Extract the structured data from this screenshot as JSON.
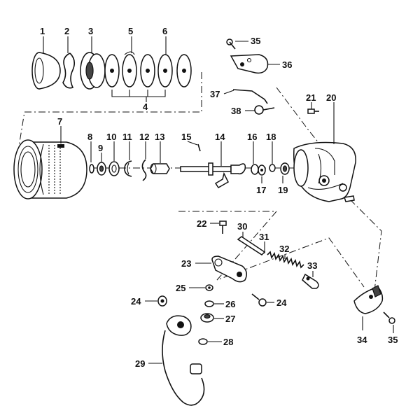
{
  "diagram": {
    "callouts": [
      "1",
      "2",
      "3",
      "5",
      "6",
      "4",
      "7",
      "8",
      "9",
      "10",
      "11",
      "12",
      "13",
      "15",
      "14",
      "16",
      "18",
      "17",
      "19",
      "21",
      "20",
      "35",
      "36",
      "37",
      "38",
      "22",
      "30",
      "31",
      "32",
      "33",
      "23",
      "25",
      "24",
      "26",
      "27",
      "28",
      "29",
      "34"
    ]
  }
}
